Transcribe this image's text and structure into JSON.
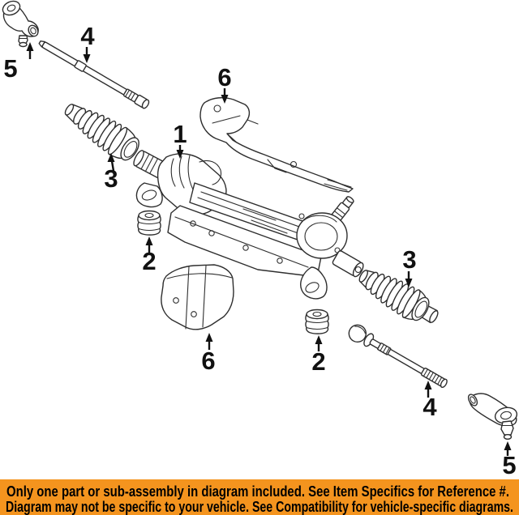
{
  "diagram": {
    "callouts": [
      {
        "label": "5"
      },
      {
        "label": "4"
      },
      {
        "label": "3"
      },
      {
        "label": "1"
      },
      {
        "label": "6"
      },
      {
        "label": "2"
      },
      {
        "label": "6"
      },
      {
        "label": "2"
      },
      {
        "label": "3"
      },
      {
        "label": "4"
      },
      {
        "label": "5"
      }
    ]
  },
  "banner": {
    "line1": "Only one part or sub-assembly in diagram included. See Item Specifics for Reference #.",
    "line2": "Diagram may not be specific to your vehicle. See Compatibility for vehicle-specific diagrams.",
    "background_color": "#F4941E",
    "text_color": "#000000"
  },
  "canvas": {
    "background_color": "#FFFFFF",
    "line_art_color": "#2E2E2E"
  }
}
